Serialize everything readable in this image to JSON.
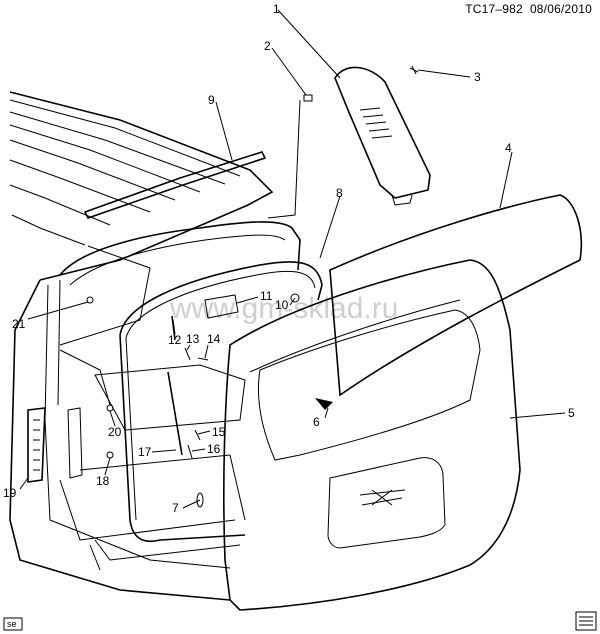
{
  "header": {
    "code": "TC17–982",
    "date": "08/06/2010"
  },
  "watermark": "www.gm-sklad.ru",
  "footer": {
    "left_badge": "se",
    "right_badge": "≡≡\n≡≡"
  },
  "callouts": {
    "c1": "1",
    "c2": "2",
    "c3": "3",
    "c4": "4",
    "c5": "5",
    "c6": "6",
    "c7": "7",
    "c8": "8",
    "c9": "9",
    "c10": "10",
    "c11": "11",
    "c12": "12",
    "c13": "13",
    "c14": "14",
    "c15": "15",
    "c16": "16",
    "c17": "17",
    "c18": "18",
    "c19": "19",
    "c20": "20",
    "c21": "21"
  }
}
